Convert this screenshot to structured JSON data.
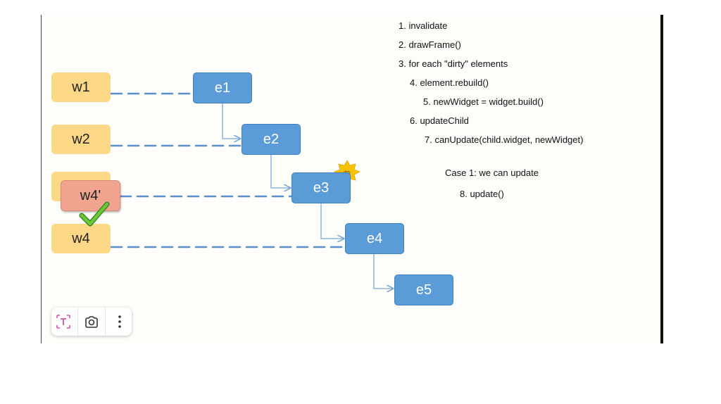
{
  "diagram": {
    "widgets": {
      "w1": "w1",
      "w2": "w2",
      "w3_hidden": "",
      "w4_prime": "w4'",
      "w4": "w4"
    },
    "elements": {
      "e1": "e1",
      "e2": "e2",
      "e3": "e3",
      "e4": "e4",
      "e5": "e5"
    },
    "dirty_badge": "dirty",
    "colors": {
      "widget_fill": "#fdd886",
      "new_widget_fill": "#f0a490",
      "element_fill": "#5a9bd8",
      "link_dash": "#5a8fcb",
      "dirty_star": "#f6c200",
      "check": "#5cb82e"
    }
  },
  "steps": [
    "1. invalidate",
    "2. drawFrame()",
    "3. for each \"dirty\" elements",
    "4. element.rebuild()",
    "5. newWidget = widget.build()",
    "6. updateChild",
    "7. canUpdate(child.widget, newWidget)",
    "Case 1: we can update",
    "8. update()"
  ],
  "toolbar": {
    "text_select_icon": "text-select-icon",
    "lens_icon": "lens-icon",
    "more_icon": "more-vert-icon"
  }
}
